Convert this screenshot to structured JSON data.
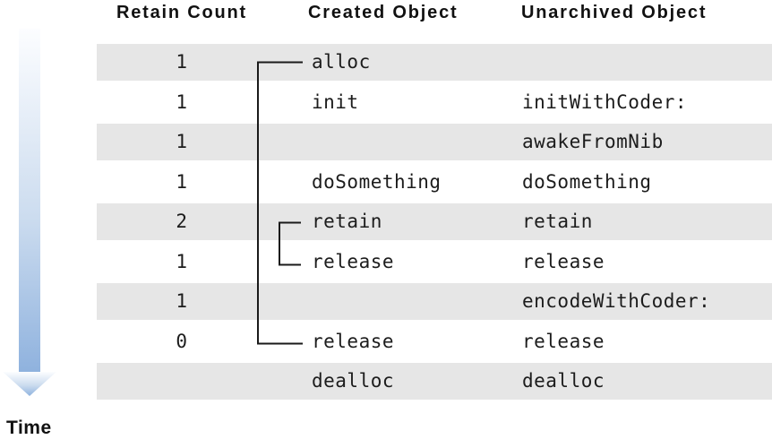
{
  "table": {
    "headers": [
      "Retain Count",
      "Created Object",
      "Unarchived Object"
    ],
    "rows": [
      {
        "retain_count": "1",
        "created": "alloc",
        "unarchived": ""
      },
      {
        "retain_count": "1",
        "created": "init",
        "unarchived": "initWithCoder:"
      },
      {
        "retain_count": "1",
        "created": "",
        "unarchived": "awakeFromNib"
      },
      {
        "retain_count": "1",
        "created": "doSomething",
        "unarchived": "doSomething"
      },
      {
        "retain_count": "2",
        "created": "retain",
        "unarchived": "retain"
      },
      {
        "retain_count": "1",
        "created": "release",
        "unarchived": "release"
      },
      {
        "retain_count": "1",
        "created": "",
        "unarchived": "encodeWithCoder:"
      },
      {
        "retain_count": "0",
        "created": "release",
        "unarchived": "release"
      },
      {
        "retain_count": "",
        "created": "dealloc",
        "unarchived": "dealloc"
      }
    ],
    "row_stripe_color": "#e6e6e6"
  },
  "connectors": {
    "color": "#1a1a1a",
    "main_pair": "alloc to final release",
    "inner_pair": "retain to release"
  },
  "time_axis": {
    "label": "Time",
    "direction": "down",
    "gradient_top": "#fcfdff",
    "gradient_mid": "#ccdcef",
    "gradient_bottom": "#8fb2de"
  }
}
